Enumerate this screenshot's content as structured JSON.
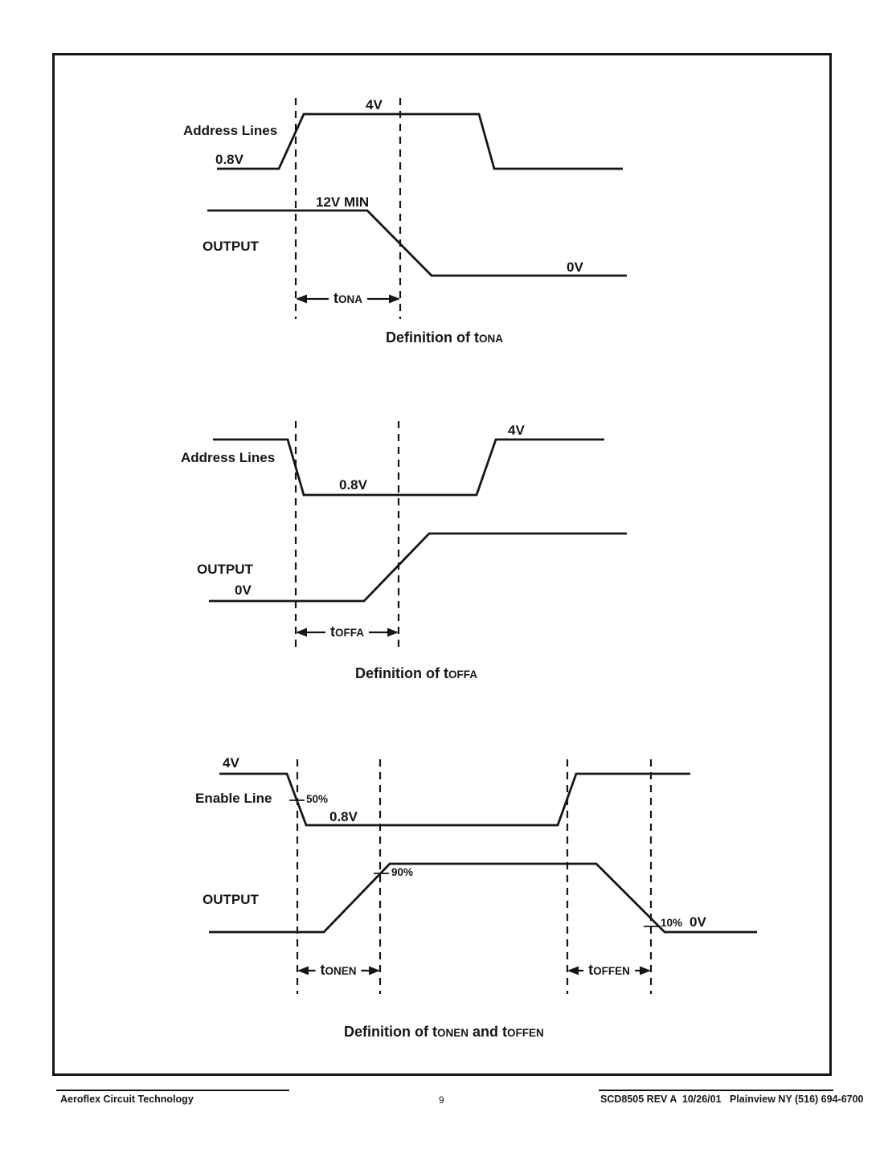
{
  "colors": {
    "ink": "#161616",
    "paper": "#ffffff"
  },
  "diagrams": {
    "tona": {
      "signal1_label": "Address Lines",
      "signal1_low": "0.8V",
      "signal1_high": "4V",
      "signal2_label": "OUTPUT",
      "signal2_high": "12V MIN",
      "signal2_low": "0V",
      "timing": {
        "t": "t",
        "sub": "ONA"
      },
      "caption": {
        "text": "Definition of",
        "t": "t",
        "sub": "ONA"
      }
    },
    "toffa": {
      "signal1_label": "Address Lines",
      "signal1_low": "0.8V",
      "signal1_high": "4V",
      "signal2_label": "OUTPUT",
      "signal2_low": "0V",
      "timing": {
        "t": "t",
        "sub": "OFFA"
      },
      "caption": {
        "text": "Definition of",
        "t": "t",
        "sub": "OFFA"
      }
    },
    "tonen_toffen": {
      "signal1_label": "Enable Line",
      "signal1_high": "4V",
      "signal1_low": "0.8V",
      "pct_50": "50%",
      "pct_90": "90%",
      "pct_10": "10%",
      "signal2_label": "OUTPUT",
      "signal2_low": "0V",
      "timing_on": {
        "t": "t",
        "sub": "ONEN"
      },
      "timing_off": {
        "t": "t",
        "sub": "OFFEN"
      },
      "caption": {
        "text": "Definition of",
        "t1": "t",
        "sub1": "ONEN",
        "mid": "and",
        "t2": "t",
        "sub2": "OFFEN"
      }
    }
  },
  "footer": {
    "company": "Aeroflex Circuit Technology",
    "page_number": "9",
    "doc_ref": "SCD8505 REV A  10/26/01   Plainview NY (516) 694-6700"
  }
}
